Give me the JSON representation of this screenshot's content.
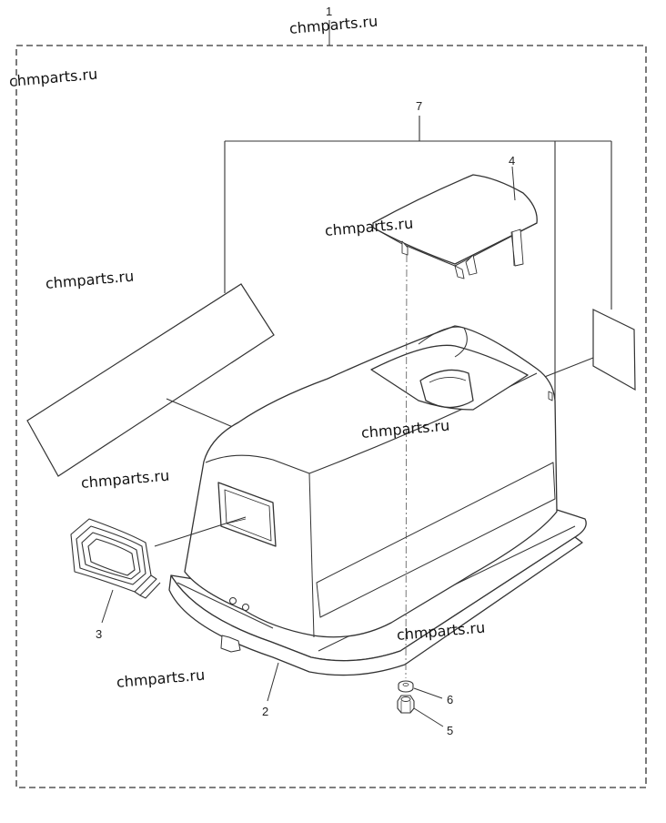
{
  "callouts": {
    "c1": "1",
    "c2": "2",
    "c3": "3",
    "c4": "4",
    "c5": "5",
    "c6": "6",
    "c7": "7"
  },
  "watermarks": [
    "chmparts.ru",
    "chmparts.ru",
    "chmparts.ru",
    "chmparts.ru",
    "chmparts.ru",
    "chmparts.ru",
    "chmparts.ru",
    "chmparts.ru"
  ],
  "colors": {
    "line": "#333333",
    "fill": "#ffffff",
    "shade": "#e6e6e6"
  }
}
